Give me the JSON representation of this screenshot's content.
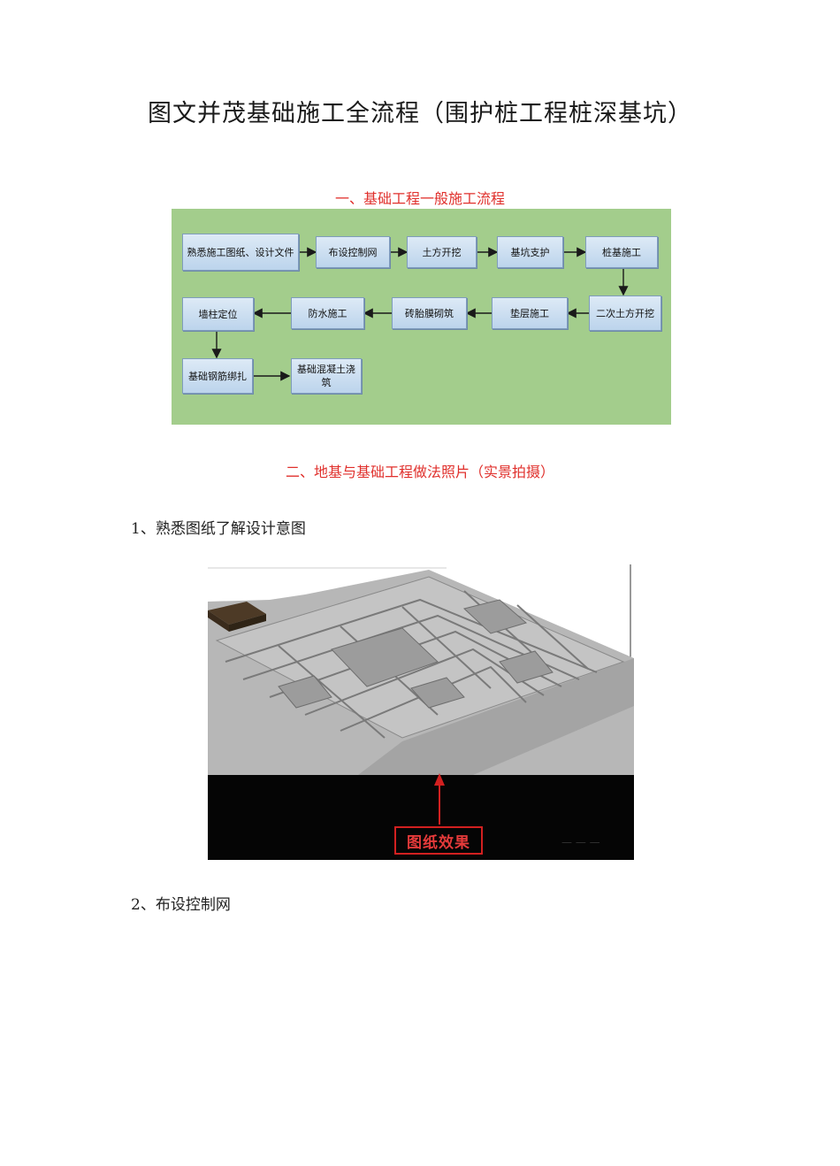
{
  "page": {
    "title": "图文并茂基础施工全流程（围护桩工程桩深基坑）",
    "section1_heading": "一、基础工程一般施工流程",
    "section2_heading": "二、地基与基础工程做法照片（实景拍摄）",
    "item1": "1、熟悉图纸了解设计意图",
    "item2": "2、布设控制网"
  },
  "flowchart": {
    "steps": [
      "熟悉施工图纸、设计文件",
      "布设控制网",
      "土方开挖",
      "基坑支护",
      "桩基施工",
      "二次土方开挖",
      "垫层施工",
      "砖胎膜砌筑",
      "防水施工",
      "墙柱定位",
      "基础钢筋绑扎",
      "基础混凝土浇筑"
    ],
    "colors": {
      "panel": "#a3cd8c",
      "box": "#c9dcf0",
      "arrow": "#1a1a1a"
    }
  },
  "figure": {
    "caption": "图纸效果",
    "colors": {
      "model": "#b8b8b8",
      "bottom": "#050505",
      "label": "#d22020"
    }
  }
}
